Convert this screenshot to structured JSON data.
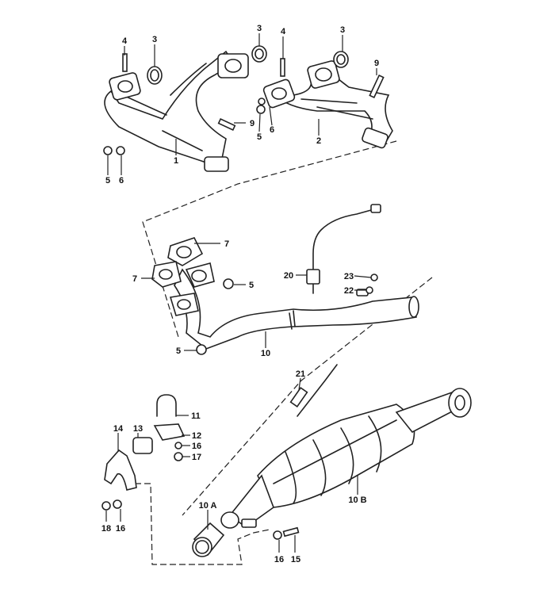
{
  "diagram": {
    "title": "Exhaust manifold and catalytic converter exploded view",
    "callouts": [
      "4",
      "3",
      "3",
      "4",
      "3",
      "9",
      "1",
      "2",
      "9",
      "5",
      "6",
      "5",
      "6",
      "7",
      "7",
      "5",
      "20",
      "23",
      "22",
      "5",
      "10",
      "21",
      "11",
      "13",
      "12",
      "14",
      "16",
      "17",
      "10 A",
      "10 B",
      "18",
      "16",
      "16",
      "15"
    ]
  }
}
